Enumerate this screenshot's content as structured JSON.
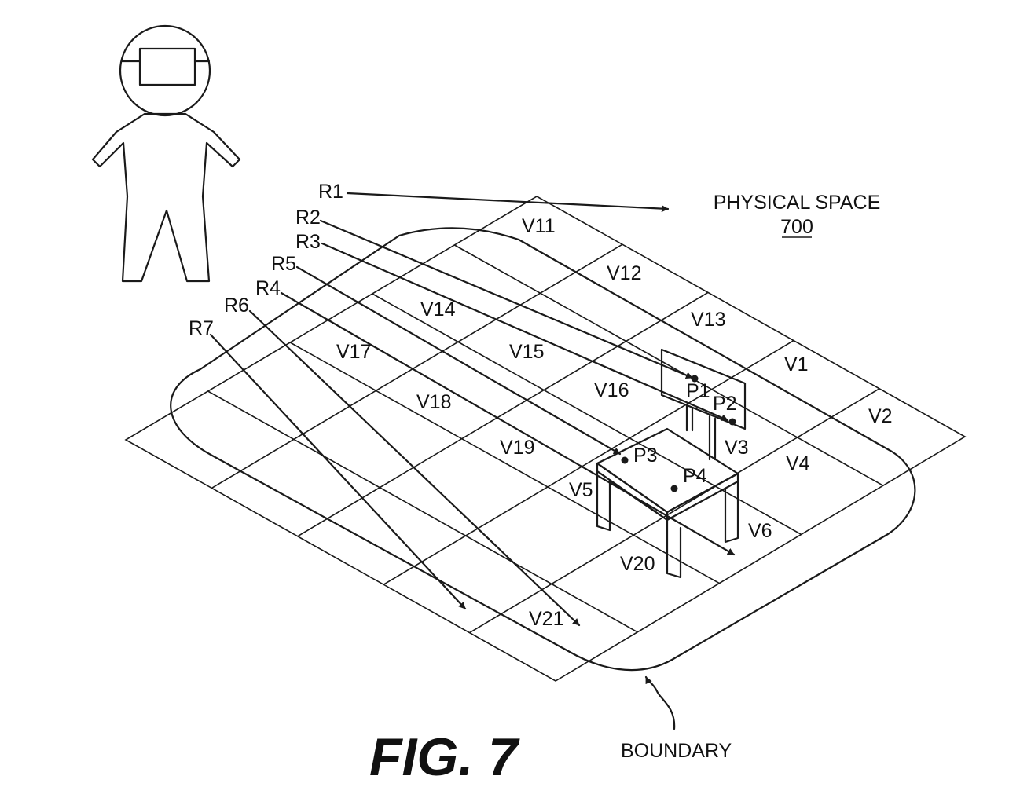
{
  "title": {
    "line1": "PHYSICAL SPACE",
    "line2": "700"
  },
  "figure_caption": "FIG. 7",
  "boundary_label": "BOUNDARY",
  "rays": [
    "R1",
    "R2",
    "R3",
    "R5",
    "R4",
    "R6",
    "R7"
  ],
  "voxels": [
    "V1",
    "V2",
    "V3",
    "V4",
    "V5",
    "V6",
    "V11",
    "V12",
    "V13",
    "V14",
    "V15",
    "V16",
    "V17",
    "V18",
    "V19",
    "V20",
    "V21"
  ],
  "points": [
    "P1",
    "P2",
    "P3",
    "P4"
  ],
  "colors": {
    "ink": "#1a1a1a",
    "background": "#ffffff"
  }
}
